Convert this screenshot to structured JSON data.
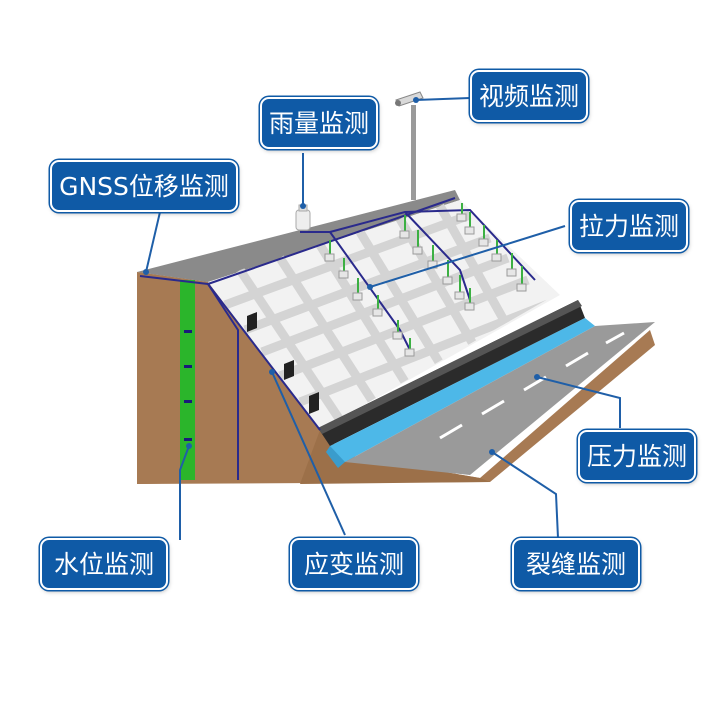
{
  "labels": {
    "rain": "雨量监测",
    "video": "视频监测",
    "gnss": "GNSS位移监测",
    "tension": "拉力监测",
    "pressure": "压力监测",
    "water": "水位监测",
    "strain": "应变监测",
    "crack": "裂缝监测"
  },
  "colors": {
    "label_bg": "#0f5aa6",
    "leader": "#1f5fa8",
    "earth": "#a77a53",
    "slope_top": "#8c8c8c",
    "grid_panel": "#f2f2f2",
    "grid_line": "#d8d8d8",
    "cable": "#2a2a8c",
    "water_gauge": "#2bb52b",
    "sensor_stem": "#3cb043",
    "road": "#9a9a9a",
    "drain": "#4db8e8",
    "retaining_wall": "#2b2b2b"
  }
}
